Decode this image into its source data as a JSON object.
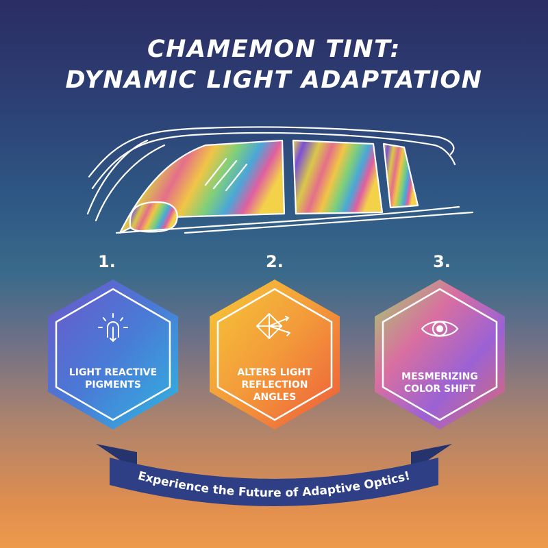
{
  "title": {
    "line1": "CHAMEMON TINT:",
    "line2": "DYNAMIC LIGHT ADAPTATION"
  },
  "features": [
    {
      "number": "1.",
      "label_line1": "LIGHT REACTIVE",
      "label_line2": "PIGMENTS",
      "label_line3": "",
      "icon": "light-bulb-icon"
    },
    {
      "number": "2.",
      "label_line1": "ALTERS LIGHT",
      "label_line2": "REFLECTION",
      "label_line3": "ANGLES",
      "icon": "reflection-cube-icon"
    },
    {
      "number": "3.",
      "label_line1": "MESMERIZING",
      "label_line2": "COLOR SHIFT",
      "label_line3": "",
      "icon": "eye-icon"
    }
  ],
  "banner": {
    "text": "Experience the Future of Adaptive Optics!"
  },
  "colors": {
    "banner": "#2f3f86",
    "hex1": "#4a6fd0",
    "hex2": "#f2a43a",
    "hex3": "#c07ad0"
  }
}
